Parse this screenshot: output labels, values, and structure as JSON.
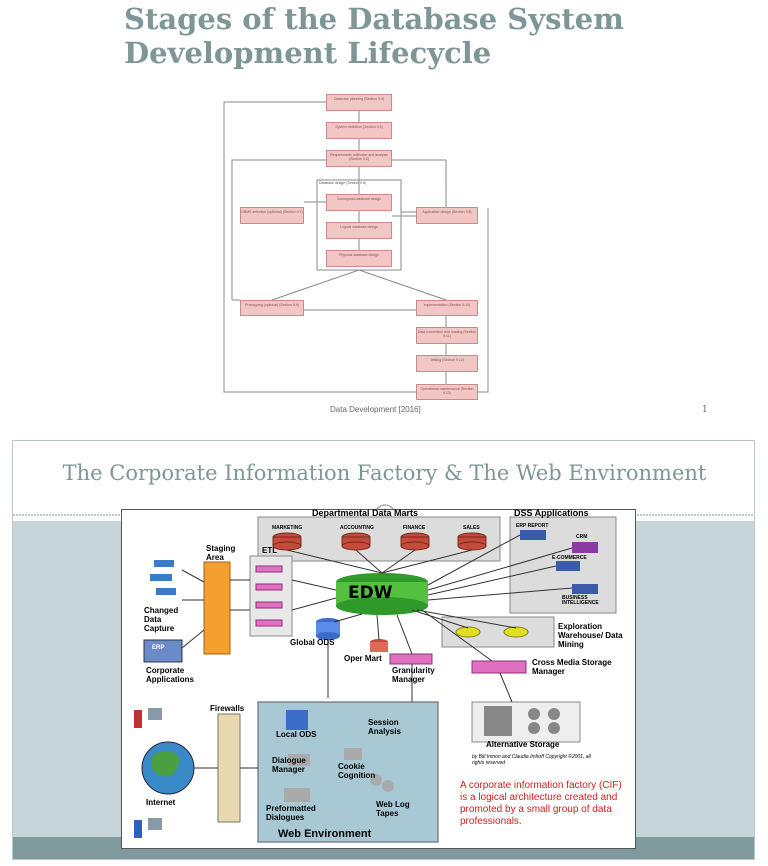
{
  "slide1": {
    "title_line1": "Stages of the Database System",
    "title_line2": "Development Lifecycle",
    "boxes": {
      "planning": "Database planning (Section 9.4)",
      "sysdef": "System definition (Section 9.5)",
      "req": "Requirements collection and analysis (Section 9.6)",
      "design_group": "Database design (Section 9.6)",
      "conceptual": "Conceptual database design",
      "logical": "Logical database design",
      "physical": "Physical database design",
      "dbms": "DBMS selection (optional) (Section 9.7)",
      "appdesign": "Application design (Section 9.8)",
      "prototyping": "Prototyping (optional) (Section 9.9)",
      "implementation": "Implementation (Section 9.10)",
      "conversion": "Data conversion and loading (Section 9.11)",
      "testing": "Testing (Section 9.12)",
      "maintenance": "Operational maintenance (Section 9.13)"
    },
    "footer": "Data Development [2016]",
    "page_number": "1"
  },
  "slide2": {
    "title": "The Corporate Information Factory & The Web Environment",
    "diagram": {
      "departmental_data_marts": "Departmental Data Marts",
      "dss_applications": "DSS Applications",
      "marts": [
        "MARKETING",
        "ACCOUNTING",
        "FINANCE",
        "SALES"
      ],
      "dss": [
        "ERP REPORT",
        "CRM",
        "E-COMMERCE",
        "BUSINESS INTELLIGENCE"
      ],
      "staging_area": "Staging Area",
      "etl": "ETL",
      "edw": "EDW",
      "changed_data_capture": "Changed Data Capture",
      "erp": "ERP",
      "corporate_applications": "Corporate Applications",
      "global_ods": "Global ODS",
      "oper_mart": "Oper Mart",
      "granularity_manager": "Granularity Manager",
      "exploration": "Exploration Warehouse/ Data Mining",
      "cross_media": "Cross Media Storage Manager",
      "alternative_storage": "Alternative Storage",
      "credit": "by Bill Inmon and Claudia Imhoff Copyright ©2001, all rights reserved",
      "firewalls": "Firewalls",
      "internet": "Internet",
      "local_ods": "Local ODS",
      "session_analysis": "Session Analysis",
      "dialogue_manager": "Dialogue Manager",
      "cookie_cognition": "Cookie Cognition",
      "preformatted_dialogues": "Preformatted Dialogues",
      "web_log_tapes": "Web Log Tapes",
      "web_environment": "Web Environment",
      "note": "A corporate information factory (CIF) is a logical architecture created and promoted by a small group of data professionals."
    }
  },
  "colors": {
    "title": "#7f9696",
    "box_fill": "#f2c6c4",
    "box_border": "#c98a88",
    "band": "#c7d5d9",
    "note_red": "#d22020"
  }
}
